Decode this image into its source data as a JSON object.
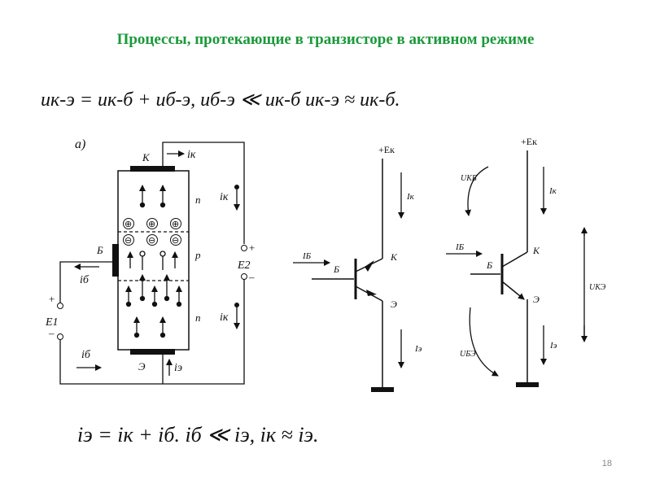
{
  "title": "Процессы, протекающие в транзисторе в активном режиме",
  "formula_top": "uк-э = uк-б + uб-э,  uб-э ≪ uк-б   uк-э ≈ uк-б.",
  "formula_bottom": "iэ = iк + iб.      iб ≪ iэ,       iк ≈ iэ.",
  "page_number": "18",
  "fig_a": {
    "label": "а)",
    "collector": "К",
    "base": "Б",
    "emitter": "Э",
    "layer_top": "n",
    "layer_mid": "p",
    "layer_bottom": "n",
    "i_k_top": "iк",
    "i_k_right1": "iк",
    "i_k_right2": "iк",
    "i_b_left": "iб",
    "i_b_bottom": "iб",
    "i_e": "iэ",
    "e1": "E1",
    "e2": "E2",
    "plus": "+",
    "minus": "–",
    "plus_sign": "⊕",
    "minus_sign": "⊖"
  },
  "fig_b": {
    "supply": "+Eк",
    "i_k": "Iк",
    "i_b": "IБ",
    "i_e": "Iэ",
    "collector": "К",
    "base": "Б",
    "emitter": "Э"
  },
  "fig_c": {
    "supply": "+Eк",
    "u_kb": "UКБ",
    "i_k": "Iк",
    "i_b": "IБ",
    "u_ke": "UКЭ",
    "i_e": "Iэ",
    "u_be": "UБЭ",
    "collector": "К",
    "base": "Б",
    "emitter": "Э"
  }
}
